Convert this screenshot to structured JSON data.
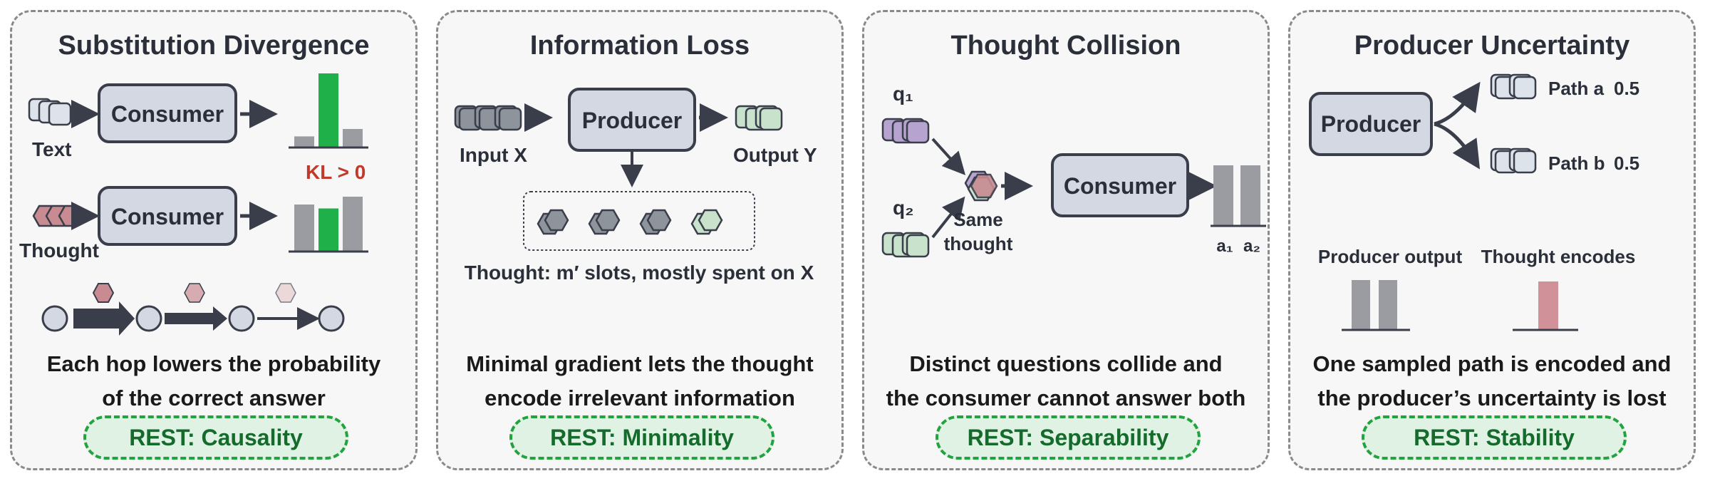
{
  "colors": {
    "box_fill": "#d4d8e2",
    "box_stroke": "#3a3d4a",
    "text_token": "#dce3ea",
    "thought_token": "#c98b92",
    "input_token": "#8d949c",
    "output_token": "#c8e2cc",
    "q1_token": "#b7a3cf",
    "bar_gray": "#9a9ca1",
    "bar_green": "#20b04a",
    "bar_pink": "#d09298",
    "kl_red": "#c0392b",
    "badge_green": "#23a33f"
  },
  "panels": [
    {
      "title": "Substitution Divergence",
      "consumer_top": "Consumer",
      "consumer_bottom": "Consumer",
      "text_label": "Text",
      "thought_label": "Thought",
      "kl_label": "KL > 0",
      "caption_line1": "Each hop lowers the probability",
      "caption_line2": "of the correct answer",
      "badge": "REST: Causality",
      "top_bars": [
        0.15,
        1.0,
        0.25
      ],
      "bottom_bars": [
        0.6,
        0.55,
        0.7
      ]
    },
    {
      "title": "Information Loss",
      "producer": "Producer",
      "input_label": "Input X",
      "output_label": "Output Y",
      "thought_label": "Thought: m′ slots, mostly spent on X",
      "caption_line1": "Minimal gradient lets the thought",
      "caption_line2": "encode irrelevant information",
      "badge": "REST: Minimality"
    },
    {
      "title": "Thought Collision",
      "q1_label": "q₁",
      "q2_label": "q₂",
      "same_label_line1": "Same",
      "same_label_line2": "thought",
      "consumer": "Consumer",
      "a1_label": "a₁",
      "a2_label": "a₂",
      "bars": [
        0.85,
        0.85
      ],
      "caption_line1": "Distinct questions collide and",
      "caption_line2": "the consumer cannot answer both",
      "badge": "REST: Separability"
    },
    {
      "title": "Producer Uncertainty",
      "producer": "Producer",
      "path_a": "Path a",
      "path_a_prob": "0.5",
      "path_b": "Path b",
      "path_b_prob": "0.5",
      "producer_output_label": "Producer output",
      "thought_encodes_label": "Thought encodes",
      "producer_output_bars": [
        0.5,
        0.5
      ],
      "thought_bars": [
        1.0
      ],
      "caption_line1": "One sampled path is encoded and",
      "caption_line2": "the producer’s uncertainty is lost",
      "badge": "REST: Stability"
    }
  ]
}
